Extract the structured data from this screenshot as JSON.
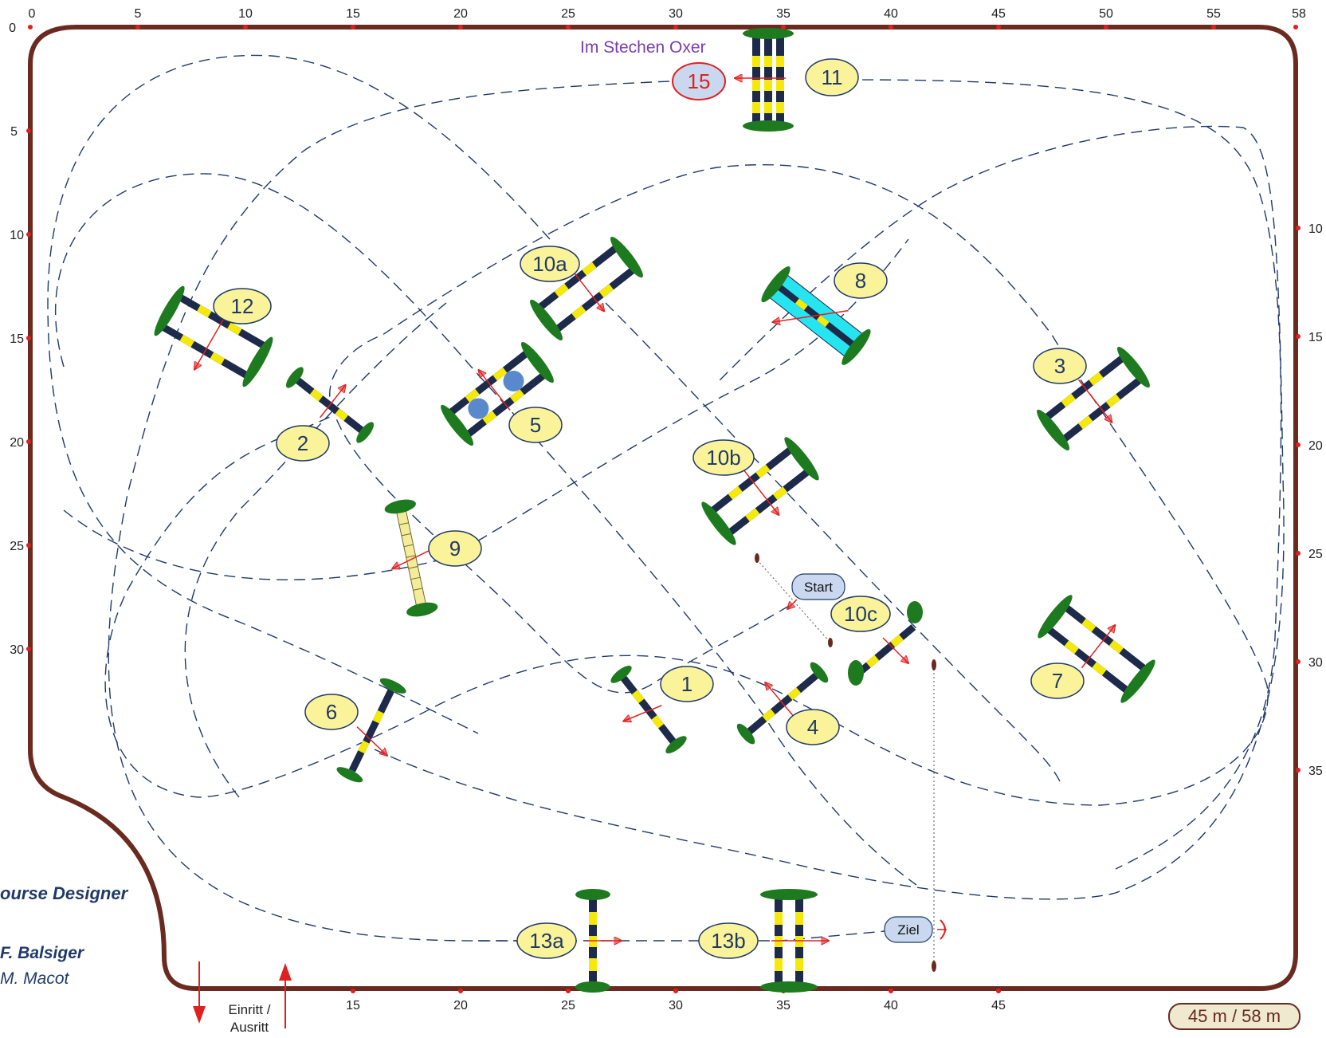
{
  "ruler": {
    "top": [
      "0",
      "5",
      "10",
      "15",
      "20",
      "25",
      "30",
      "35",
      "40",
      "45",
      "50",
      "55",
      "58"
    ],
    "left": [
      "0",
      "5",
      "10",
      "15",
      "20",
      "25",
      "30"
    ],
    "right": [
      "10",
      "15",
      "20",
      "25",
      "30",
      "35"
    ],
    "bottom": [
      "15",
      "20",
      "25",
      "30",
      "35",
      "40",
      "45"
    ]
  },
  "note": "Im Stechen Oxer",
  "fences": {
    "f1": "1",
    "f2": "2",
    "f3": "3",
    "f4": "4",
    "f5": "5",
    "f6": "6",
    "f7": "7",
    "f8": "8",
    "f9": "9",
    "f10a": "10a",
    "f10b": "10b",
    "f10c": "10c",
    "f11": "11",
    "f12": "12",
    "f13a": "13a",
    "f13b": "13b",
    "f15": "15"
  },
  "start_label": "Start",
  "finish_label": "Ziel",
  "entry_label_line1": "Einritt /",
  "entry_label_line2": "Ausritt",
  "credits": {
    "heading": "ourse Designer",
    "designer1": "F. Balsiger",
    "designer2": "M. Macot"
  },
  "dimensions": "45 m / 58 m",
  "colors": {
    "arena_border": "#6b2a20",
    "path": "#1f3a68",
    "label_fill": "#fbf39a",
    "tree": "#1e7a1e",
    "pole_dark": "#1d2a4a",
    "pole_light": "#f5e90c",
    "water": "#27e5f0",
    "arrow": "#e02020",
    "special_label": "#c9d8ef"
  }
}
